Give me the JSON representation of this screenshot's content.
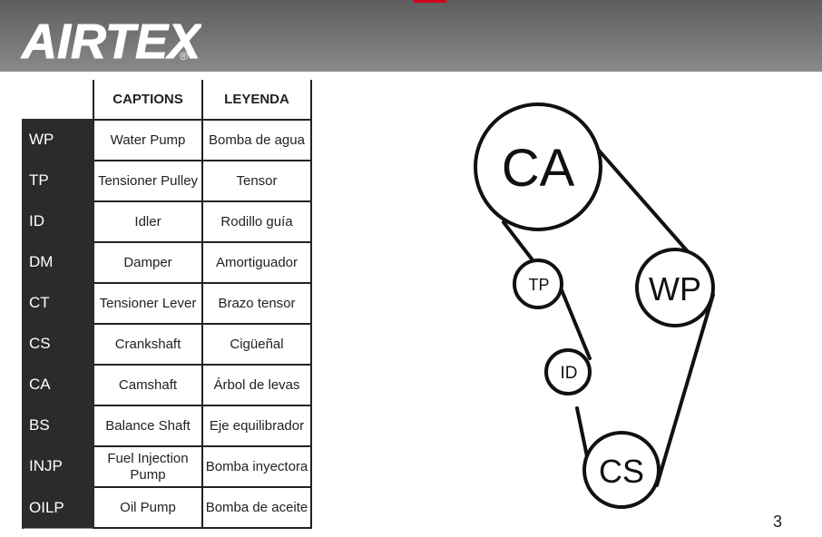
{
  "brand": {
    "logo_text": "AIRTEX",
    "registered": "®"
  },
  "table": {
    "headers": {
      "captions": "CAPTIONS",
      "leyenda": "LEYENDA"
    },
    "rows": [
      {
        "code": "WP",
        "en": "Water Pump",
        "es": "Bomba de agua"
      },
      {
        "code": "TP",
        "en": "Tensioner Pulley",
        "es": "Tensor"
      },
      {
        "code": "ID",
        "en": "Idler",
        "es": "Rodillo guía"
      },
      {
        "code": "DM",
        "en": "Damper",
        "es": "Amortiguador"
      },
      {
        "code": "CT",
        "en": "Tensioner Lever",
        "es": "Brazo tensor"
      },
      {
        "code": "CS",
        "en": "Crankshaft",
        "es": "Cigüeñal"
      },
      {
        "code": "CA",
        "en": "Camshaft",
        "es": "Árbol de levas"
      },
      {
        "code": "BS",
        "en": "Balance Shaft",
        "es": "Eje equilibrador"
      },
      {
        "code": "INJP",
        "en": "Fuel Injection Pump",
        "es": "Bomba inyectora"
      },
      {
        "code": "OILP",
        "en": "Oil Pump",
        "es": "Bomba de aceite"
      }
    ]
  },
  "diagram": {
    "pulleys": {
      "ca": "CA",
      "tp": "TP",
      "wp": "WP",
      "id": "ID",
      "cs": "CS"
    }
  },
  "page": {
    "number": "3"
  },
  "colors": {
    "header": "#707070",
    "code_cell": "#2b2b2b",
    "accent": "#d0021b"
  }
}
